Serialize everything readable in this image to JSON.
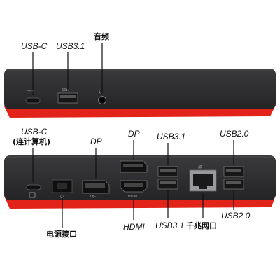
{
  "front": {
    "labels": {
      "usbc": "USB-C",
      "usb": "USB3.1",
      "audio": "音频"
    }
  },
  "rear": {
    "labels": {
      "usbc_line1": "USB-C",
      "usbc_line2": "(连计算机)",
      "dp_left": "DP",
      "dp_top": "DP",
      "usb31_top": "USB3.1",
      "usb20_top": "USB2.0",
      "power": "电源接口",
      "hdmi": "HDMI",
      "usb31_bottom": "USB3.1",
      "ethernet": "千兆网口",
      "usb20_bottom": "USB2.0"
    },
    "port_text": {
      "hdmi": "HDMI"
    }
  },
  "colors": {
    "body": "#2b2b2d",
    "accent": "#e2231a"
  }
}
